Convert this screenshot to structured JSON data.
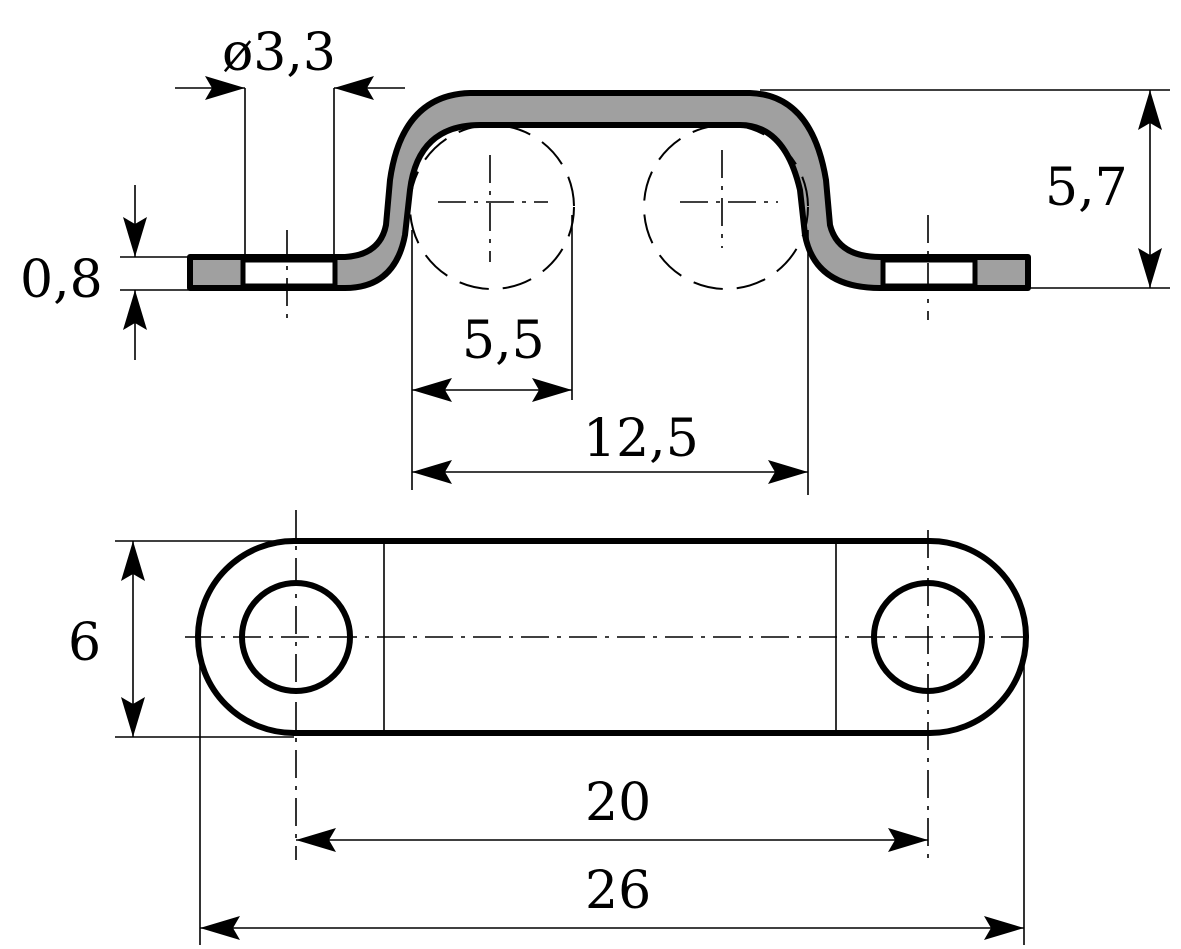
{
  "title": "Double cable clamp – technical drawing",
  "colors": {
    "line": "#000000",
    "material": "#a0a0a0",
    "background": "#ffffff"
  },
  "views": {
    "side": {
      "dimensions": {
        "hole_diameter": "ø3,3",
        "thickness": "0,8",
        "height": "5,7",
        "cable_diameter": "5,5",
        "inner_width": "12,5"
      }
    },
    "top": {
      "dimensions": {
        "width": "6",
        "hole_spacing": "20",
        "overall_length": "26"
      }
    }
  }
}
